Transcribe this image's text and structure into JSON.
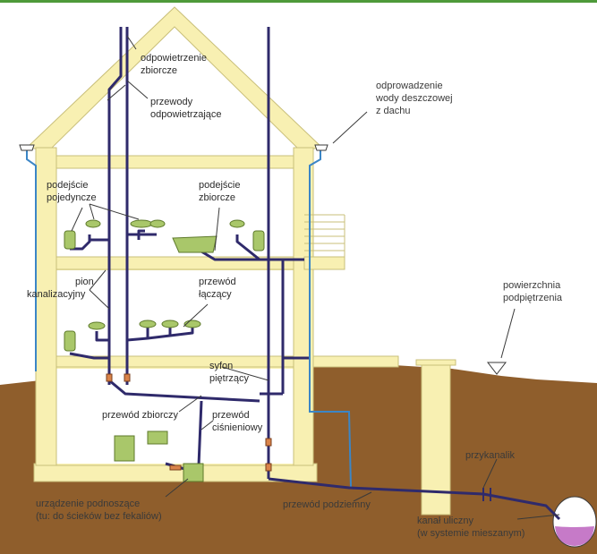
{
  "labels": {
    "odpowietrzenie_1": "odpowietrzenie",
    "odpowietrzenie_2": "zbiorcze",
    "przewody_odp_1": "przewody",
    "przewody_odp_2": "odpowietrzające",
    "odprowadzenie_1": "odprowadzenie",
    "odprowadzenie_2": "wody deszczowej",
    "odprowadzenie_3": "z dachu",
    "podejscie_poj_1": "podejście",
    "podejscie_poj_2": "pojedyncze",
    "podejscie_zb_1": "podejście",
    "podejscie_zb_2": "zbiorcze",
    "pion_1": "pion",
    "pion_2": "kanalizacyjny",
    "przewod_laczacy_1": "przewód",
    "przewod_laczacy_2": "łączący",
    "powierzchnia_1": "powierzchnia",
    "powierzchnia_2": "podpiętrzenia",
    "syfon_1": "syfon",
    "syfon_2": "piętrzący",
    "przewod_zbiorczy": "przewód zbiorczy",
    "przewod_cisn_1": "przewód",
    "przewod_cisn_2": "ciśnieniowy",
    "przykanalik": "przykanalik",
    "urzadzenie_1": "urządzenie podnoszące",
    "urzadzenie_2": "(tu: do ścieków bez fekaliów)",
    "przewod_podziemny": "przewód podziemny",
    "kanal_1": "kanał uliczny",
    "kanal_2": "(w systemie mieszanym)"
  },
  "colors": {
    "ground": "#8f5e2c",
    "wall": "#f8f0b2",
    "wall_edge": "#c9bf7a",
    "pipe": "#2f2a6b",
    "rain_pipe": "#3b86c6",
    "sewage": "#c67ac8",
    "top_bar": "#4e9a3a",
    "fixture": "#a9c76a"
  }
}
